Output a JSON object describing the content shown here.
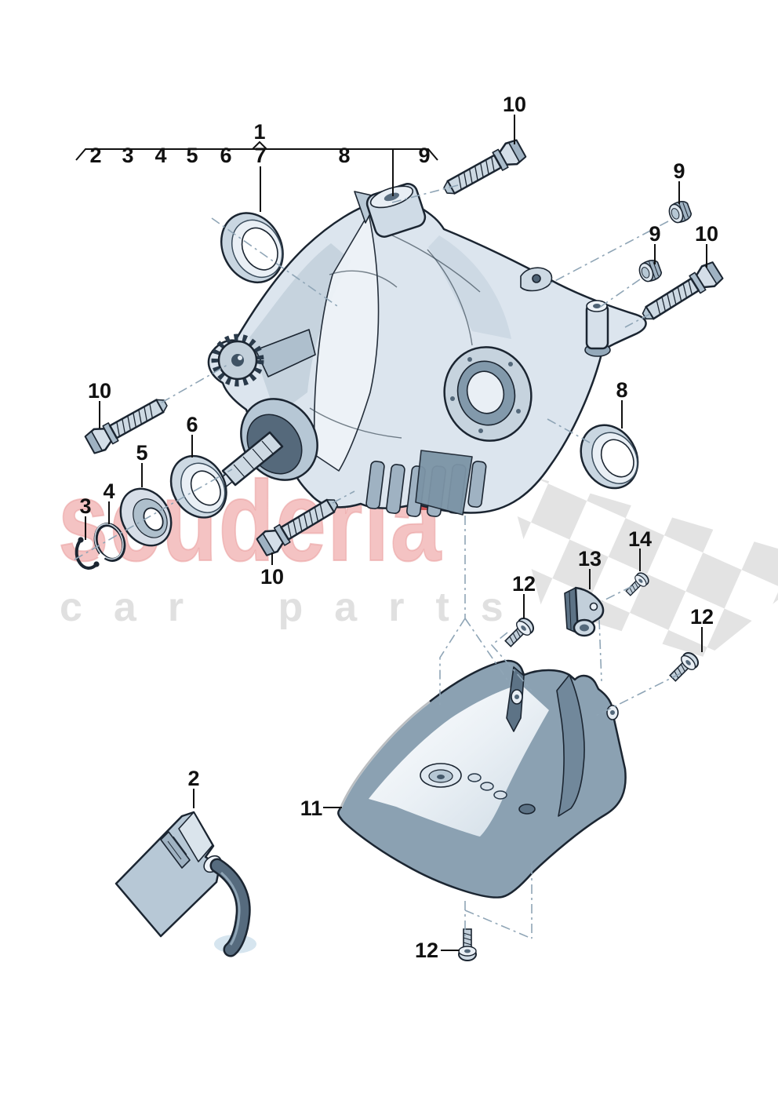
{
  "watermark": {
    "brand": "scuderia",
    "tagline": "car parts"
  },
  "callouts": {
    "assembly": "1",
    "bracket_items": [
      "2",
      "3",
      "4",
      "5",
      "6",
      "7",
      "8",
      "9"
    ],
    "bolt_top": "10",
    "plug_top": "9",
    "plug_mid": "9",
    "bolt_upper_right": "10",
    "bolt_left": "10",
    "shim_washer": "5",
    "front_seal": "6",
    "round_ring": "4",
    "circlip": "3",
    "bolt_lower_center": "10",
    "seal_right": "8",
    "cover_screw_left": "12",
    "retainer_bracket": "13",
    "bracket_screw": "14",
    "cover_screw_right": "12",
    "cover": "11",
    "oil_bottle": "2",
    "cover_screw_bottom": "12"
  },
  "palette": {
    "line": "#1b2531",
    "fill_light": "#e9eff5",
    "fill_mid": "#c2cfda",
    "fill_dark": "#8ba1b2",
    "leader": "#8fa5b6",
    "watermark_pink": "#f2b9b9",
    "watermark_gray": "#e0e0e0",
    "checker_gray": "#e3e3e3",
    "red_patch": "#c64040"
  }
}
